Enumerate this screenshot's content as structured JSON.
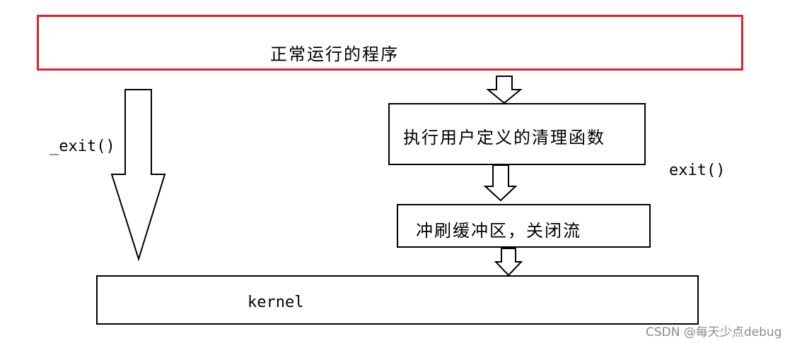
{
  "nodes": {
    "program": "正常运行的程序",
    "cleanup": "执行用户定义的清理函数",
    "flush": "冲刷缓冲区，关闭流",
    "kernel": "kernel"
  },
  "edges": {
    "direct_exit": "_exit()",
    "library_exit": "exit()"
  },
  "watermark": "CSDN @每天少点debug",
  "colors": {
    "program_border": "#e0202e",
    "stroke": "#000000",
    "watermark": "#8a8a8a"
  }
}
